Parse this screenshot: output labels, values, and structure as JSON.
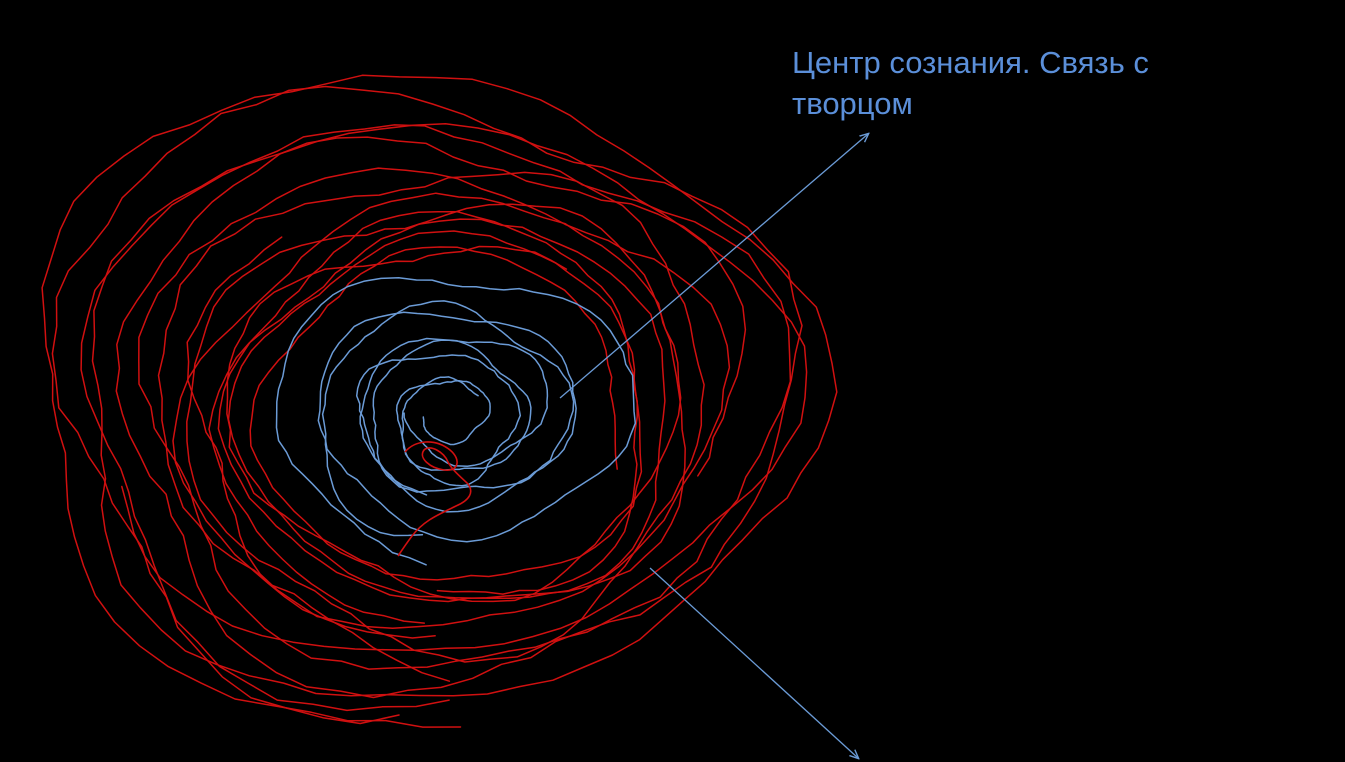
{
  "caption": {
    "text": "Центр сознания. Связь с\nтворцом"
  },
  "colors": {
    "background": "#000000",
    "outer_spiral": "#d01010",
    "inner_spiral": "#6b9bd6",
    "pointer_line": "#6b9bd6",
    "caption_text": "#5b8fd9"
  },
  "figures": {
    "outer_spiral": {
      "icon": "red-scribble-spiral"
    },
    "inner_spiral": {
      "icon": "blue-scribble-spiral"
    },
    "center_mark": {
      "icon": "red-center-loop"
    },
    "pointer_to_caption": {
      "icon": "arrow-line"
    },
    "pointer_down": {
      "icon": "arrow-line"
    }
  }
}
